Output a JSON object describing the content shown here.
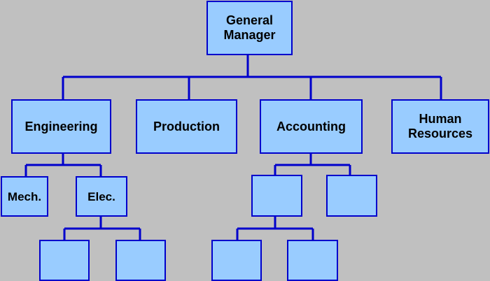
{
  "colors": {
    "background": "#c0c0c0",
    "box_fill": "#99ccff",
    "border": "#0000cc",
    "text": "#000000"
  },
  "org": {
    "root": {
      "line1": "General",
      "line2": "Manager"
    },
    "departments": [
      {
        "label": "Engineering"
      },
      {
        "label": "Production"
      },
      {
        "label": "Accounting"
      },
      {
        "line1": "Human",
        "line2": "Resources"
      }
    ],
    "engineering_units": [
      {
        "label": "Mech."
      },
      {
        "label": "Elec."
      }
    ],
    "accounting_units": [
      {
        "label": ""
      },
      {
        "label": ""
      }
    ],
    "elec_units": [
      {
        "label": ""
      },
      {
        "label": ""
      }
    ],
    "accounting_sub_units": [
      {
        "label": ""
      },
      {
        "label": ""
      }
    ]
  }
}
